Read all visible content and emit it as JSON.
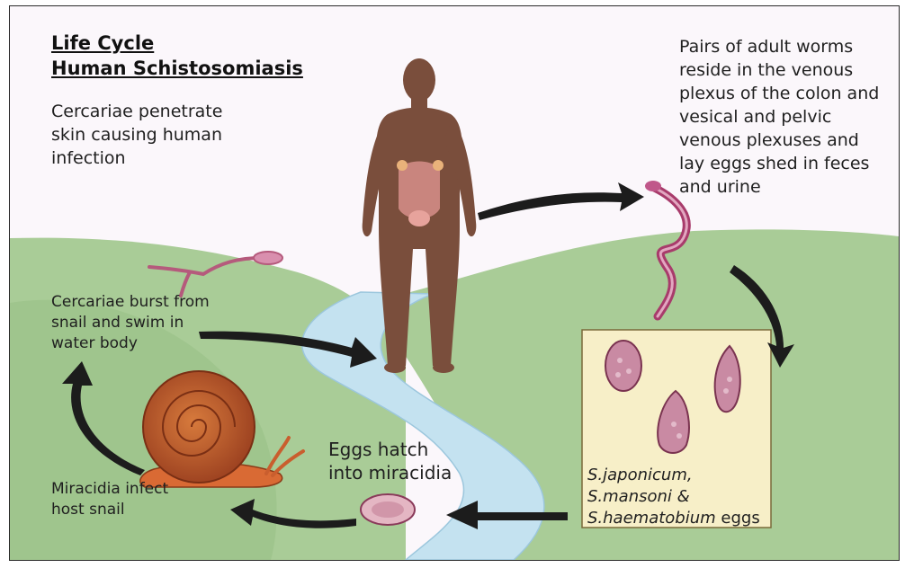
{
  "title": {
    "line1": "Life Cycle",
    "line2": "Human Schistosomiasis"
  },
  "stages": {
    "cercariae_penetrate": "Cercariae penetrate skin causing human infection",
    "adult_worms": "Pairs of adult worms reside in the venous plexus of the colon and vesical and pelvic venous plexuses and lay eggs shed in feces and urine",
    "eggs": {
      "species1": "S.japonicum,",
      "species2": "S.mansoni &",
      "species3": "S.haematobium",
      "suffix": " eggs"
    },
    "eggs_hatch": "Eggs hatch into miracidia",
    "miracidia_infect": "Miracidia infect host snail",
    "cercariae_burst": "Cercariae burst from snail and swim in water body"
  },
  "colors": {
    "sky": "#fbf7fb",
    "land": "#a9cc97",
    "river": "#c4e2f0",
    "skin": "#7a4e3c",
    "worm": "#a83b6b",
    "egg_box": "#f7efc8",
    "snail_shell": "#b5502a",
    "arrow": "#1c1c1c"
  },
  "icons": [
    "human-figure-icon",
    "adult-worm-icon",
    "egg-icon",
    "miracidium-icon",
    "snail-icon",
    "cercaria-icon",
    "cycle-arrow-icon"
  ]
}
